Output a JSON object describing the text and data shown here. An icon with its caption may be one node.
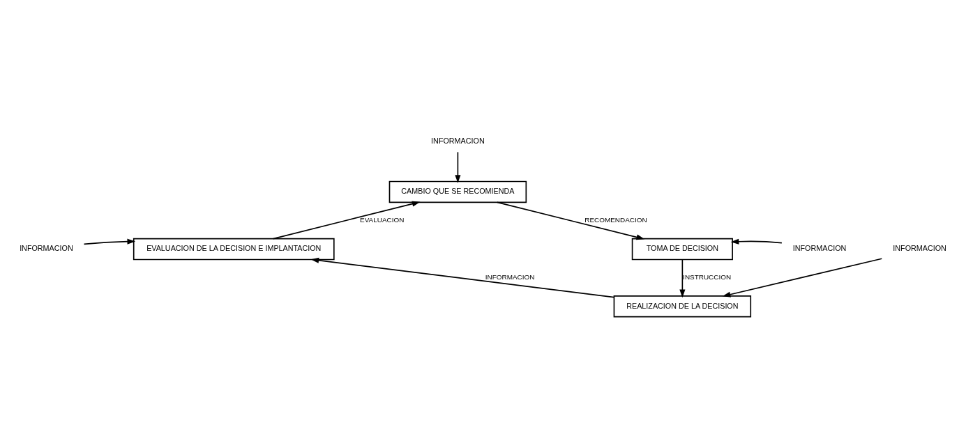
{
  "diagram": {
    "nodes": [
      {
        "text": [
          "INFORMACION"
        ]
      },
      {
        "text": [
          "CAMBIO QUE SE RECOMIENDA"
        ]
      },
      {
        "text": [
          "EVALUACION DE LA DECISION E IMPLANTACION"
        ]
      },
      {
        "text": [
          "TOMA DE DECISION"
        ]
      },
      {
        "text": [
          "INFORMACION"
        ]
      },
      {
        "text": [
          "INFORMACION"
        ]
      },
      {
        "text": [
          "REALIZACION DE LA DECISION"
        ]
      },
      {
        "text": [
          "INFORMACION"
        ]
      }
    ],
    "edges": [
      {
        "from": 0,
        "to": 1,
        "arrow": "to"
      },
      {
        "from": 2,
        "to": 1,
        "arrow": "to",
        "label": "EVALUACION"
      },
      {
        "from": 1,
        "to": 3,
        "arrow": "to",
        "label": "RECOMENDACION"
      },
      {
        "from": 4,
        "to": 2,
        "arrow": "to"
      },
      {
        "from": 5,
        "to": 3,
        "arrow": "to"
      },
      {
        "from": 3,
        "to": 6,
        "arrow": "to",
        "label": "INSTRUCCION"
      },
      {
        "from": 6,
        "to": 2,
        "arrow": "to",
        "label": "INFORMACION"
      },
      {
        "from": 7,
        "to": 6,
        "arrow": "to"
      }
    ]
  }
}
